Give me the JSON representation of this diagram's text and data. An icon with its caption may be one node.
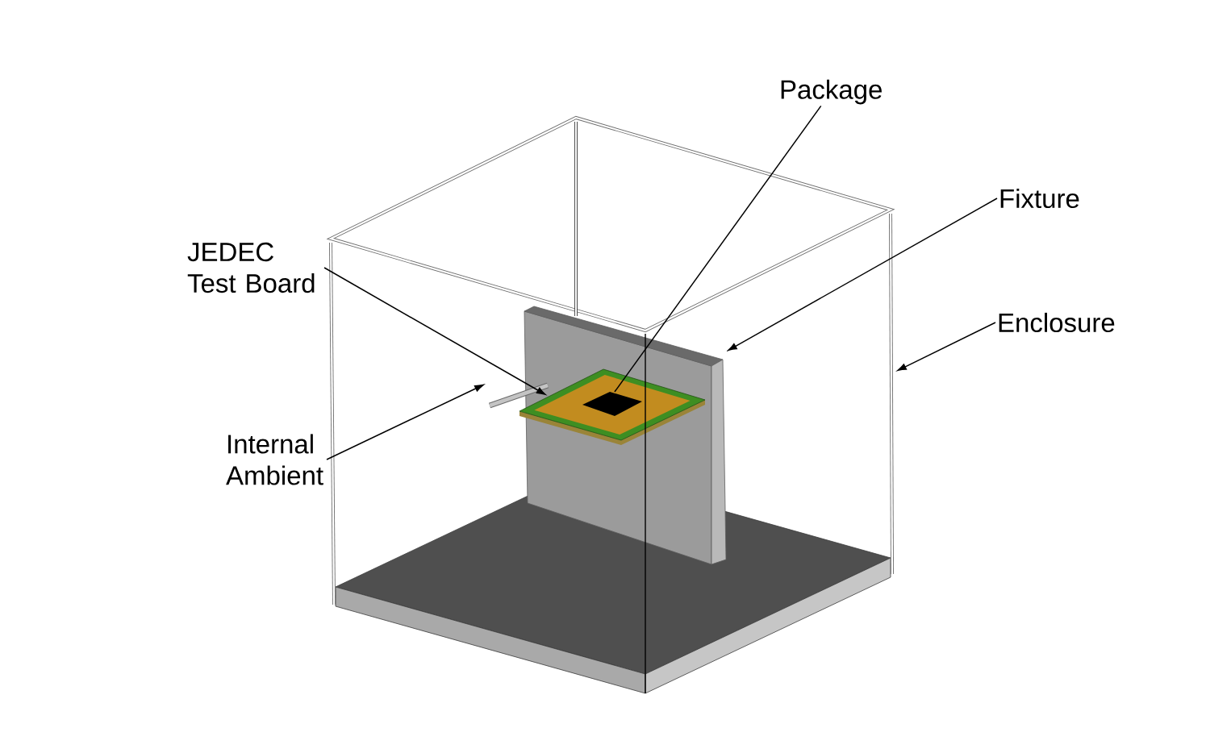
{
  "diagram": {
    "nodes": [
      {
        "text": [
          "Package"
        ]
      },
      {
        "text": [
          "Fixture"
        ]
      },
      {
        "text": [
          "Enclosure"
        ]
      },
      {
        "text": [
          "JEDEC Test Board"
        ]
      },
      {
        "text": [
          "Internal Ambient"
        ]
      },
      {
        "text": [],
        "shape": "picture"
      },
      {
        "text": [],
        "shape": "picture",
        "in": 5
      },
      {
        "text": [],
        "shape": "picture",
        "in": 6
      },
      {
        "text": [],
        "shape": "picture",
        "in": 7
      },
      {
        "text": [],
        "shape": "cylinder",
        "in": 5
      }
    ],
    "edges": [
      {
        "from": 0,
        "to": 8,
        "arrow": "none"
      },
      {
        "from": 1,
        "to": 6,
        "arrow": "to"
      },
      {
        "from": 2,
        "to": 5,
        "arrow": "to"
      },
      {
        "from": 3,
        "to": 7,
        "arrow": "to"
      },
      {
        "from": 4,
        "to": 9,
        "arrow": "to"
      }
    ]
  }
}
